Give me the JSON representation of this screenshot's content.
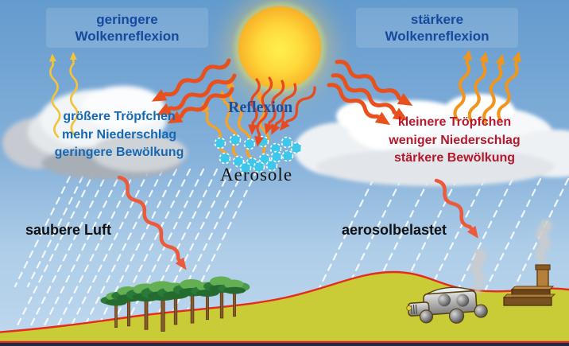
{
  "headers": {
    "left": {
      "line1": "geringere",
      "line2": "Wolkenreflexion"
    },
    "right": {
      "line1": "stärkere",
      "line2": "Wolkenreflexion"
    }
  },
  "clouds": {
    "left": {
      "lines": [
        "größere Tröpfchen",
        "mehr Niederschlag",
        "geringere Bewölkung"
      ],
      "text_color": "#1668b3"
    },
    "right": {
      "lines": [
        "kleinere Tröpfchen",
        "weniger Niederschlag",
        "stärkere Bewölkung"
      ],
      "text_color": "#b5182b"
    }
  },
  "center": {
    "reflection_label": "Reflexion",
    "aerosol_label": "Aerosole"
  },
  "ground_labels": {
    "left": "saubere Luft",
    "right": "aerosolbelastet"
  },
  "colors": {
    "sky_top": "#649bce",
    "sky_bottom": "#bfd8ee",
    "sun_core": "#fff04f",
    "sun_edge": "#ef9619",
    "ground_fill": "#c9cb37",
    "ground_outline": "#e82a1c",
    "sunray_arrow": "#e8511d",
    "aerosol_reflection_arrow": "#f5a228",
    "weak_cloud_reflection_arrow": "#f2c33b",
    "strong_cloud_reflection_arrow": "#f0951d",
    "precipitation_arrow": "#eb5a3b",
    "aerosol_dot": "#3ec7ea",
    "header_text": "#17499d",
    "rain": "#ffffff"
  }
}
